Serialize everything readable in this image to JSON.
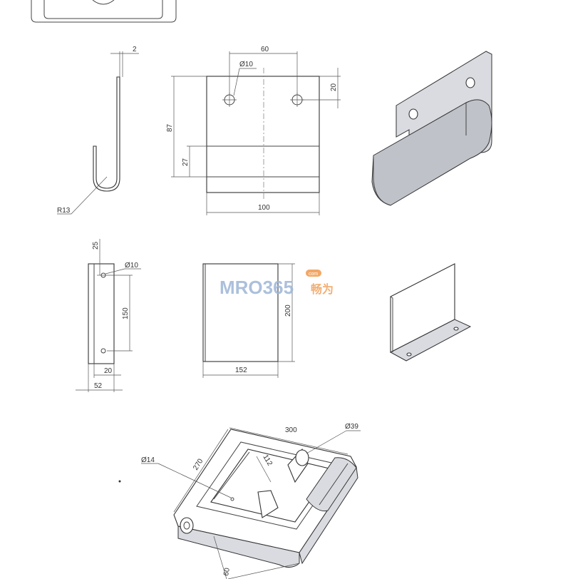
{
  "top_view": {
    "hook_thickness": "2",
    "hook_radius": "R13",
    "hole_dia": "Ø10",
    "hole_spacing": "60",
    "hole_offset": "20",
    "height": "87",
    "lip_height": "27",
    "width": "100"
  },
  "middle_view": {
    "side_top_offset": "25",
    "side_hole_dia": "Ø10",
    "side_hole_spacing": "150",
    "side_flange": "20",
    "side_width": "52",
    "front_height": "200",
    "front_width": "152"
  },
  "bottom_view": {
    "hole_dia_left": "Ø14",
    "hole_dia_right": "Ø39",
    "length": "300",
    "depth": "270",
    "inner": "112",
    "bottom_dim": "60"
  },
  "watermark": {
    "brand": "MRO365",
    "suffix": "畅为",
    "badge": "com"
  }
}
